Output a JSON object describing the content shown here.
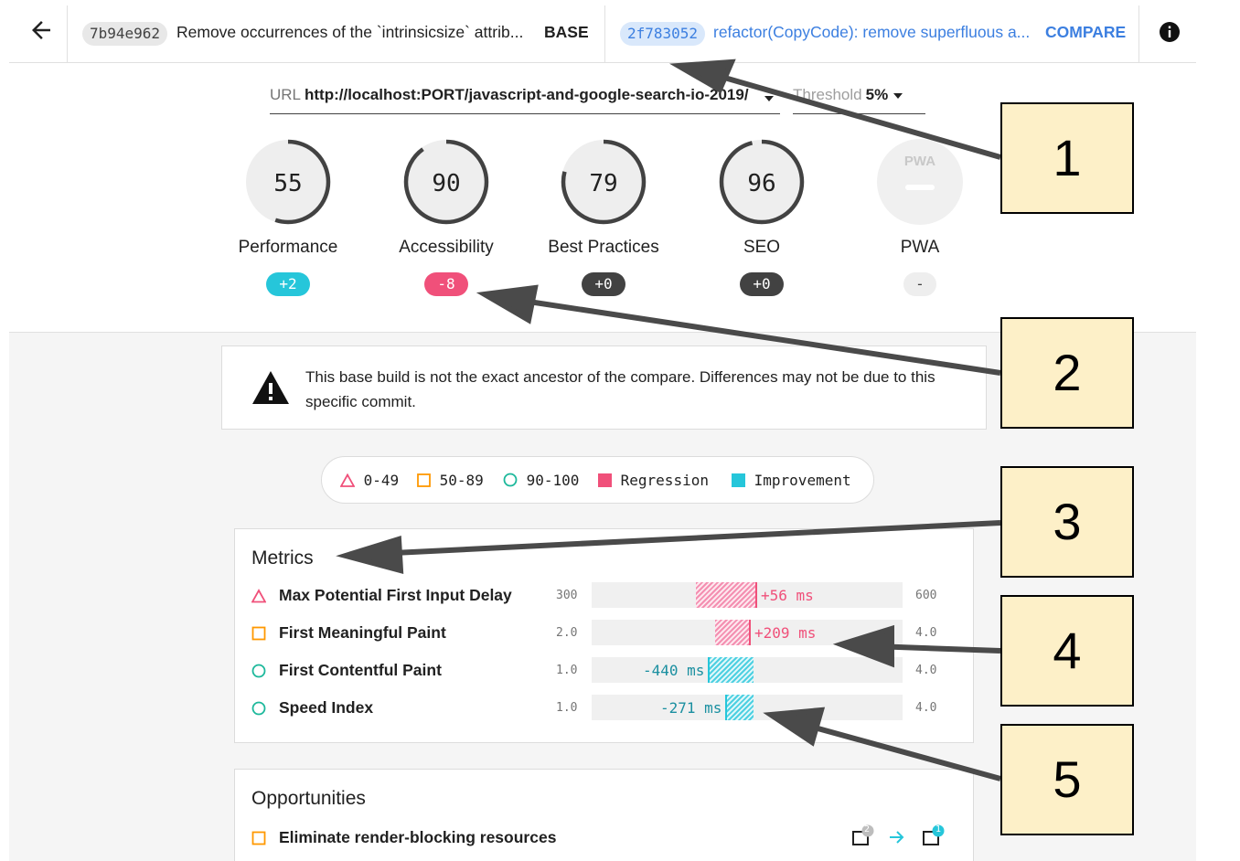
{
  "header": {
    "base_hash": "7b94e962",
    "base_message": "Remove occurrences of the `intrinsicsize` attrib...",
    "base_tag": "BASE",
    "compare_hash": "2f783052",
    "compare_message": "refactor(CopyCode): remove superfluous a...",
    "compare_tag": "COMPARE"
  },
  "url_selector": {
    "label": "URL",
    "value": "http://localhost:PORT/javascript-and-google-search-io-2019/"
  },
  "threshold_selector": {
    "label": "Threshold",
    "value": "5%"
  },
  "gauges": [
    {
      "name": "Performance",
      "score": "55",
      "delta": "+2",
      "fraction": 0.55,
      "color": "#424242",
      "badge_bg": "#26c6da",
      "badge_fg": "#ffffff"
    },
    {
      "name": "Accessibility",
      "score": "90",
      "delta": "-8",
      "fraction": 0.9,
      "color": "#424242",
      "badge_bg": "#f0507a",
      "badge_fg": "#ffffff"
    },
    {
      "name": "Best Practices",
      "score": "79",
      "delta": "+0",
      "fraction": 0.79,
      "color": "#424242",
      "badge_bg": "#424242",
      "badge_fg": "#ffffff"
    },
    {
      "name": "SEO",
      "score": "96",
      "delta": "+0",
      "fraction": 0.96,
      "color": "#424242",
      "badge_bg": "#424242",
      "badge_fg": "#ffffff"
    },
    {
      "name": "PWA",
      "score": "PWA",
      "delta": "-",
      "fraction": 0,
      "color": "#eeeeee",
      "badge_bg": "#eeeeee",
      "badge_fg": "#424242"
    }
  ],
  "warning": {
    "text": "This base build is not the exact ancestor of the compare. Differences may not be due to this specific commit."
  },
  "legend": {
    "range_low": "0-49",
    "range_mid": "50-89",
    "range_high": "90-100",
    "regression": "Regression",
    "improvement": "Improvement"
  },
  "metrics": {
    "title": "Metrics",
    "rows": [
      {
        "name": "Max Potential First Input Delay",
        "status": "low",
        "min": "300",
        "max": "600",
        "delta": "+56 ms",
        "kind": "regression"
      },
      {
        "name": "First Meaningful Paint",
        "status": "mid",
        "min": "2.0",
        "max": "4.0",
        "delta": "+209 ms",
        "kind": "regression"
      },
      {
        "name": "First Contentful Paint",
        "status": "high",
        "min": "1.0",
        "max": "4.0",
        "delta": "-440 ms",
        "kind": "improvement"
      },
      {
        "name": "Speed Index",
        "status": "high",
        "min": "1.0",
        "max": "4.0",
        "delta": "-271 ms",
        "kind": "improvement"
      }
    ]
  },
  "opportunities": {
    "title": "Opportunities",
    "rows": [
      {
        "name": "Eliminate render-blocking resources",
        "status": "mid",
        "base_count": "2",
        "compare_count": "1"
      }
    ]
  },
  "annotations": [
    "1",
    "2",
    "3",
    "4",
    "5"
  ],
  "colors": {
    "regression": "#f0507a",
    "improvement": "#26a7b8",
    "average": "#ff9800",
    "pass": "#1cb89b",
    "accent": "#3c7fe0"
  }
}
